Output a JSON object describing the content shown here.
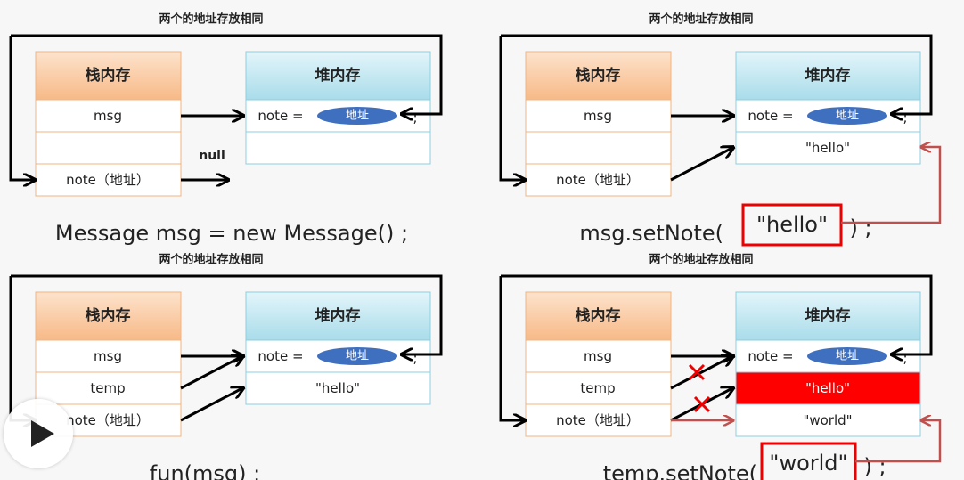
{
  "colors": {
    "stack_header": "#f9c89b",
    "heap_header": "#bfe6f0",
    "stack_border": "#f0b482",
    "heap_border": "#8ccfe0",
    "address_oval": "#3f6fbf",
    "highlight": "#ff0000",
    "red_arrow": "#c0504d"
  },
  "panels": [
    {
      "note": "两个的地址存放相同",
      "stack_title": "栈内存",
      "heap_title": "堆内存",
      "stack_rows": [
        "msg",
        "",
        "note（地址）"
      ],
      "heap_rows": [
        {
          "prefix": "note =",
          "oval": "地址",
          "suffix": ";"
        },
        {
          "text": ""
        }
      ],
      "null_label": "null",
      "caption": {
        "before": "Message msg = new Message() ;",
        "boxed": "",
        "after": ""
      }
    },
    {
      "note": "两个的地址存放相同",
      "stack_title": "栈内存",
      "heap_title": "堆内存",
      "stack_rows": [
        "msg",
        "",
        "note（地址）"
      ],
      "heap_rows": [
        {
          "prefix": "note =",
          "oval": "地址",
          "suffix": ";"
        },
        {
          "text": "\"hello\""
        }
      ],
      "caption": {
        "before": "msg.setNote(",
        "boxed": "\"hello\"",
        "after": ") ;"
      }
    },
    {
      "note": "两个的地址存放相同",
      "stack_title": "栈内存",
      "heap_title": "堆内存",
      "stack_rows": [
        "msg",
        "temp",
        "note（地址）"
      ],
      "heap_rows": [
        {
          "prefix": "note =",
          "oval": "地址",
          "suffix": ";"
        },
        {
          "text": "\"hello\""
        }
      ],
      "caption": {
        "before": "fun(msg) ;",
        "boxed": "",
        "after": ""
      }
    },
    {
      "note": "两个的地址存放相同",
      "stack_title": "栈内存",
      "heap_title": "堆内存",
      "stack_rows": [
        "msg",
        "temp",
        "note（地址）"
      ],
      "heap_rows": [
        {
          "prefix": "note =",
          "oval": "地址",
          "suffix": ";"
        },
        {
          "text": "\"hello\"",
          "highlight": true
        },
        {
          "text": "\"world\""
        }
      ],
      "caption": {
        "before": "temp.setNote(",
        "boxed": "\"world\"",
        "after": ") ;"
      }
    }
  ],
  "video": {
    "play_button": "play-icon"
  }
}
